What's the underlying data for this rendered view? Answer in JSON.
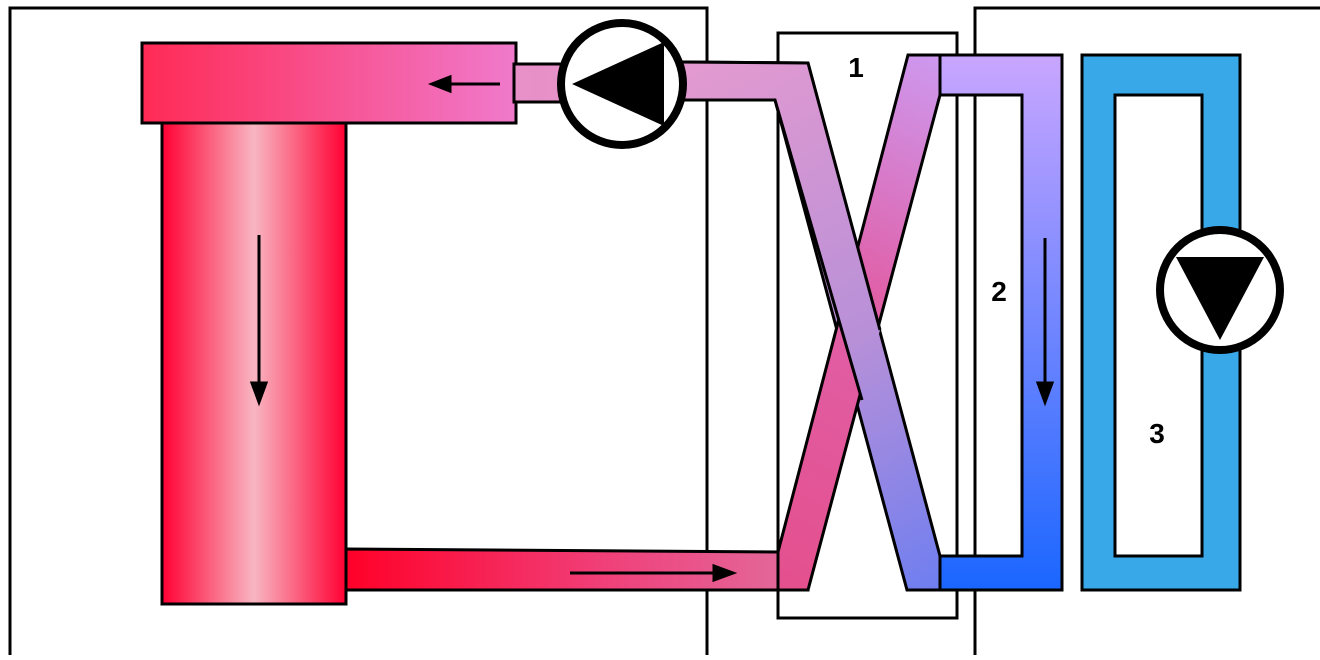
{
  "labels": {
    "one": "1",
    "two": "2",
    "three": "3"
  },
  "colors": {
    "hot_red": "#ff0033",
    "hot_pink_light": "#f8b6c2",
    "pink": "#f070c0",
    "mauve": "#d9a0d0",
    "lavender": "#c9a6ff",
    "blue": "#1a66ff",
    "loop_blue": "#38a8e8",
    "outline": "#000000"
  },
  "icons": [
    "pump-left-icon",
    "pump-down-icon",
    "flow-arrow-icon"
  ]
}
